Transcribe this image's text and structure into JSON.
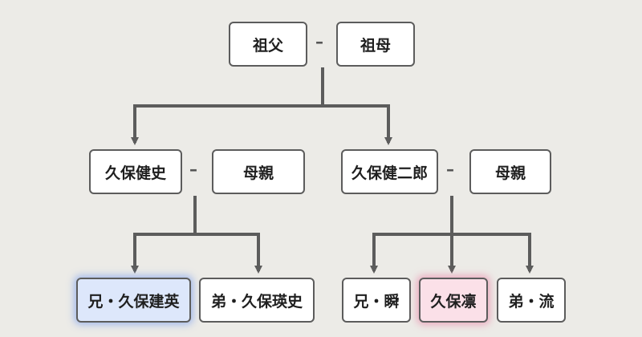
{
  "colors": {
    "background": "#ecebe7",
    "line": "#5c5c5c",
    "highlight_blue": "#dde7fb",
    "highlight_pink": "#fbe0e8"
  },
  "spouse_separator": "–",
  "people": {
    "grandfather": "祖父",
    "grandmother": "祖母",
    "father_a": "久保健史",
    "mother_a": "母親",
    "father_b": "久保健二郎",
    "mother_b": "母親",
    "elder_brother_a": "兄・久保建英",
    "younger_brother_a": "弟・久保瑛史",
    "elder_brother_b": "兄・瞬",
    "self_b": "久保凛",
    "younger_brother_b": "弟・流"
  }
}
